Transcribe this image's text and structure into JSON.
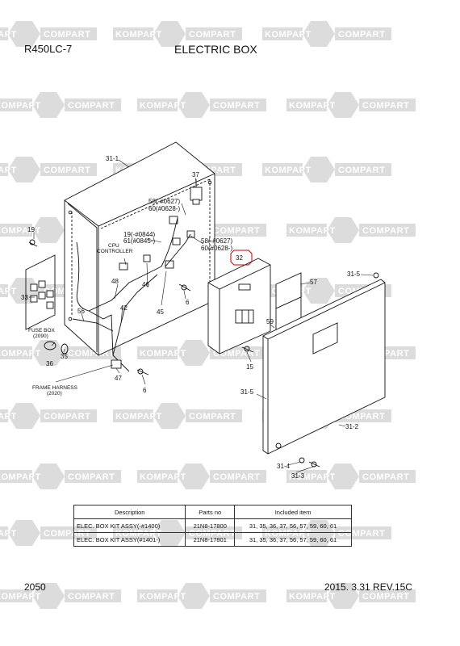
{
  "header": {
    "model": "R450LC-7",
    "title": "ELECTRIC BOX"
  },
  "footer": {
    "page": "2050",
    "date_rev": "2015. 3.31   REV.15C"
  },
  "watermark": {
    "brand_left": "KOMPAPT",
    "brand_right": "COMPART",
    "color": "#dcdcdc"
  },
  "callouts": {
    "c31_1": "31-1",
    "c37": "37",
    "c58a": "58(-#0627)",
    "c60a": "60(#0628-)",
    "c19b": "19(-#0844)",
    "c61b": "61(#0845-)",
    "c58b": "58(-#0627)",
    "c60b": "60(#0628-)",
    "c19": "19",
    "cpu1": "CPU",
    "cpu2": "CONTROLLER",
    "c46": "46",
    "c48": "48",
    "c42": "42",
    "c45": "45",
    "c6a": "6",
    "c33": "33",
    "c56": "56",
    "fuse1": "FUSE BOX",
    "fuse2": "(2090)",
    "c35": "35",
    "c36": "36",
    "c47": "47",
    "c6b": "6",
    "frame1": "FRAME HARNESS",
    "frame2": "(2020)",
    "c32": "32",
    "c57": "57",
    "c59": "59",
    "c15": "15",
    "c31_5a": "31-5",
    "c31_5b": "31-5",
    "c31_2": "31-2",
    "c31_4": "31-4",
    "c31_3": "31-3"
  },
  "table": {
    "headers": [
      "Description",
      "Parts no",
      "Included item"
    ],
    "rows": [
      [
        "ELEC. BOX KIT ASSY(-#1400)",
        "21N8-17800",
        "31, 35, 36, 37, 56, 57, 59, 60, 61"
      ],
      [
        "ELEC. BOX KIT ASSY(#1401-)",
        "21N8-17801",
        "31, 35, 36, 37, 56, 57, 59, 60, 61"
      ]
    ]
  }
}
